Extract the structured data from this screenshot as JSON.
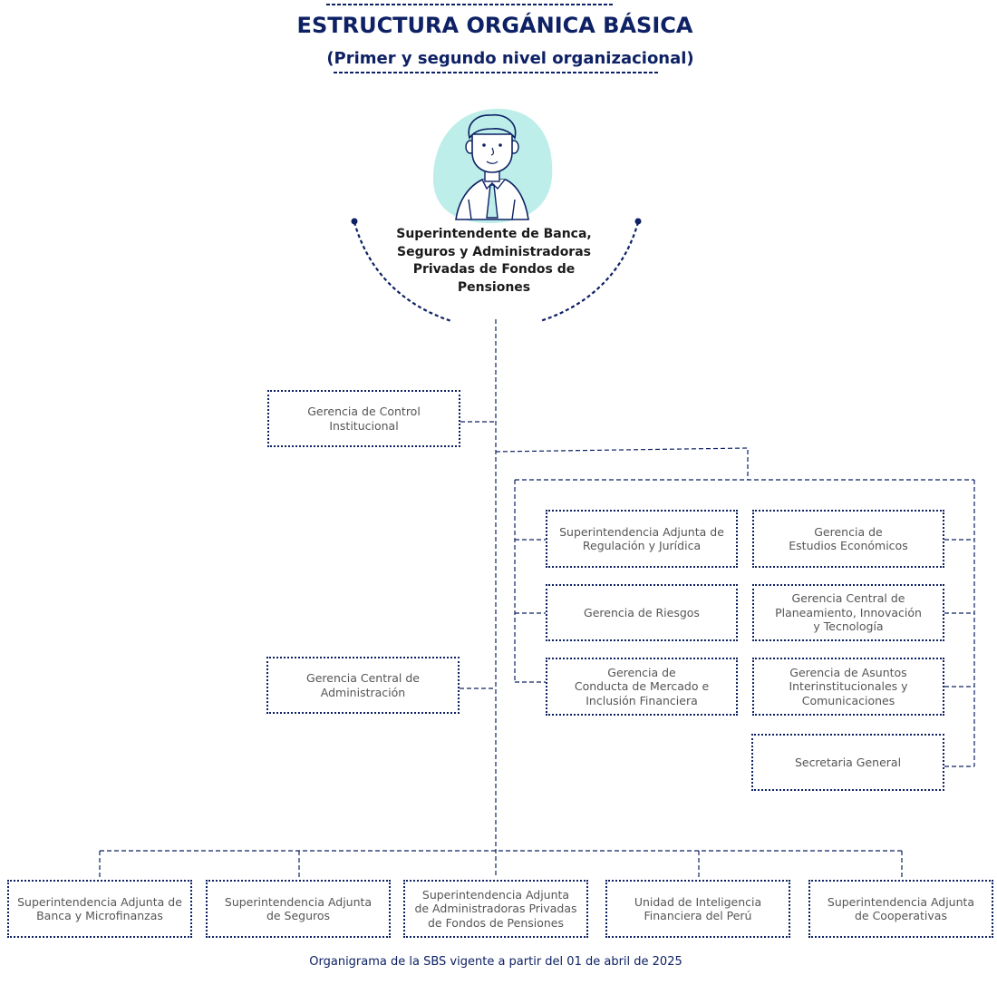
{
  "title": "ESTRUCTURA ORGÁNICA BÁSICA",
  "subtitle": "(Primer y segundo nivel organizacional)",
  "head": {
    "label": "Superintendente de Banca, Seguros y Administradoras Privadas de Fondos de Pensiones",
    "icon": "person-avatar-icon"
  },
  "units": {
    "control": "Gerencia de Control\nInstitucional",
    "administracion": "Gerencia Central de\nAdministración",
    "regulacion": "Superintendencia Adjunta de\nRegulación y Jurídica",
    "estudios": "Gerencia de\nEstudios Económicos",
    "riesgos": "Gerencia de Riesgos",
    "planeamiento": "Gerencia Central de\nPlaneamiento, Innovación\ny Tecnología",
    "conducta": "Gerencia de\nConducta de Mercado e\nInclusión Financiera",
    "asuntos": "Gerencia de Asuntos\nInterinstitucionales y\nComunicaciones",
    "secretaria": "Secretaria General",
    "banca": "Superintendencia Adjunta de\nBanca y Microfinanzas",
    "seguros": "Superintendencia Adjunta\nde Seguros",
    "afp": "Superintendencia Adjunta\nde Administradoras Privadas\nde Fondos de Pensiones",
    "uif": "Unidad de Inteligencia\nFinanciera del Perú",
    "cooperativas": "Superintendencia Adjunta\nde Cooperativas"
  },
  "footer": "Organigrama de la SBS vigente a partir del 01 de abril de 2025",
  "colors": {
    "navy": "#0d2164",
    "mint": "#bdeee9",
    "text": "#555555"
  }
}
